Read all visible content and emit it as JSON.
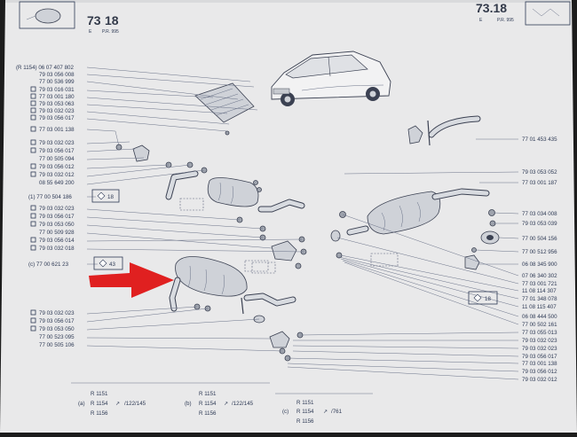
{
  "header": {
    "page_number_left": "73",
    "page_number_left_sub": "18",
    "caption_left_e": "E",
    "caption_left_pr": "P.R. 995",
    "page_number_right": "73.18",
    "caption_right_e": "E",
    "caption_right_pr": "P.R. 995"
  },
  "left_labels": [
    "(R 1154) 06 07 407 802",
    "79 03 056 008",
    "77 00 536 999",
    "79 03 016 031",
    "77 03 001 180",
    "79 03 053 063",
    "79 03 032 023",
    "79 03 056 017",
    "77 03 001 138",
    "79 03 032 023",
    "79 03 056 017",
    "77 00 505 094",
    "79 03 056 012",
    "79 03 032 012",
    "08 55 649 200",
    "(1) 77 00 504 186",
    "79 03 032 023",
    "79 03 056 017",
    "79 03 053 050",
    "77 00 509 928",
    "79 03 056 014",
    "79 03 032 018",
    "(c) 77 00 621 23",
    "79 03 032 023",
    "79 03 056 017",
    "79 03 053 050",
    "77 00 523 095",
    "77 00 505 106"
  ],
  "right_labels": [
    "77 01 453 435",
    "79 03 053 052",
    "77 03 001 187",
    "77 03 034 008",
    "79 03 053 039",
    "77 00 504 156",
    "77 00 512 956",
    "06 08 345 900",
    "07 06 340 302",
    "77 03 001 721",
    "11 08 114 307",
    "77 01 348 078",
    "11 08 115 407",
    "06 08 444 500",
    "77 00 502 161",
    "77 03 055 013",
    "79 03 032 023",
    "79 03 032 023",
    "79 03 056 017",
    "77 03 001 138",
    "79 03 056 012",
    "79 03 032 012"
  ],
  "diamond_labels": [
    "18",
    "43",
    "18"
  ],
  "footer": {
    "col_a": {
      "marker": "(a)",
      "line1": "R 1151",
      "line2": "R 1154",
      "line2_suffix": "/122/145",
      "line3": "R 1156"
    },
    "col_b": {
      "marker": "(b)",
      "line1": "R 1151",
      "line2": "R 1154",
      "line2_suffix": "/122/145",
      "line3": "R 1156"
    },
    "col_c": {
      "marker": "(c)",
      "line1": "R 1151",
      "line2": "R 1154",
      "line2_suffix": "/761",
      "line3": "R 1156"
    }
  },
  "colors": {
    "paper": "#e9e9ea",
    "ink": "#2e3a55",
    "arrow": "#e02020",
    "frame": "#1c1c1c"
  }
}
